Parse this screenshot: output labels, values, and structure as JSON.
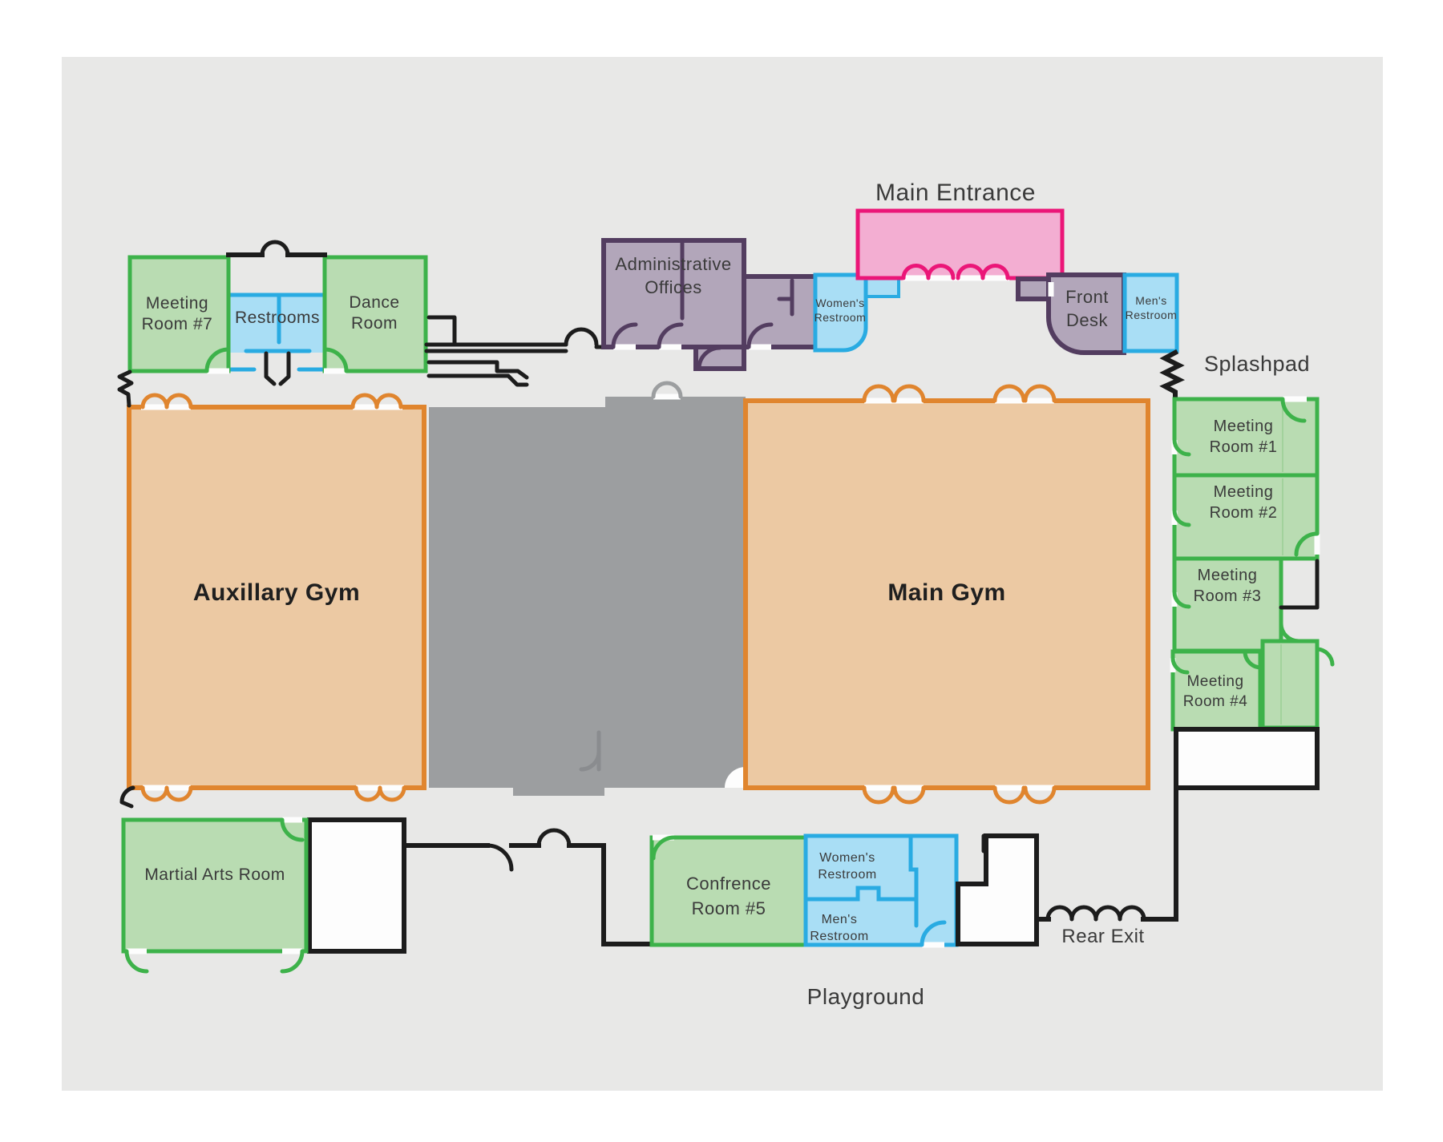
{
  "annotations": {
    "main_entrance": "Main Entrance",
    "splashpad": "Splashpad",
    "rear_exit": "Rear Exit",
    "playground": "Playground"
  },
  "rooms": {
    "meeting7": {
      "l1": "Meeting",
      "l2": "Room #7"
    },
    "restrooms_top": {
      "l1": "Restrooms"
    },
    "dance": {
      "l1": "Dance",
      "l2": "Room"
    },
    "admin": {
      "l1": "Administrative",
      "l2": "Offices"
    },
    "womens_top": {
      "l1": "Women's",
      "l2": "Restroom"
    },
    "front_desk": {
      "l1": "Front",
      "l2": "Desk"
    },
    "mens_top": {
      "l1": "Men's",
      "l2": "Restroom"
    },
    "aux_gym": {
      "l1": "Auxillary Gym"
    },
    "main_gym": {
      "l1": "Main Gym"
    },
    "meeting1": {
      "l1": "Meeting",
      "l2": "Room #1"
    },
    "meeting2": {
      "l1": "Meeting",
      "l2": "Room #2"
    },
    "meeting3": {
      "l1": "Meeting",
      "l2": "Room #3"
    },
    "meeting4": {
      "l1": "Meeting",
      "l2": "Room #4"
    },
    "martial": {
      "l1": "Martial Arts Room"
    },
    "conference": {
      "l1": "Confrence",
      "l2": "Room #5"
    },
    "womens_bottom": {
      "l1": "Women's",
      "l2": "Restroom"
    },
    "mens_bottom": {
      "l1": "Men's",
      "l2": "Restroom"
    }
  },
  "colors": {
    "page": "#ffffff",
    "floor": "#e8e8e7",
    "gym_fill": "#ecc9a3",
    "gym_stroke": "#e0852e",
    "green_fill": "#b9dcb2",
    "green_stroke": "#3db24a",
    "blue_fill": "#a9def5",
    "blue_stroke": "#29abe2",
    "purple_fill": "#b2a6ba",
    "purple_stroke": "#533d60",
    "pink_fill": "#f3aed2",
    "pink_stroke": "#eb1678",
    "gray_fill": "#9c9ea0",
    "gray_line": "#8a8c8f",
    "wall": "#1c1c1c",
    "text": "#3a3a3a"
  }
}
